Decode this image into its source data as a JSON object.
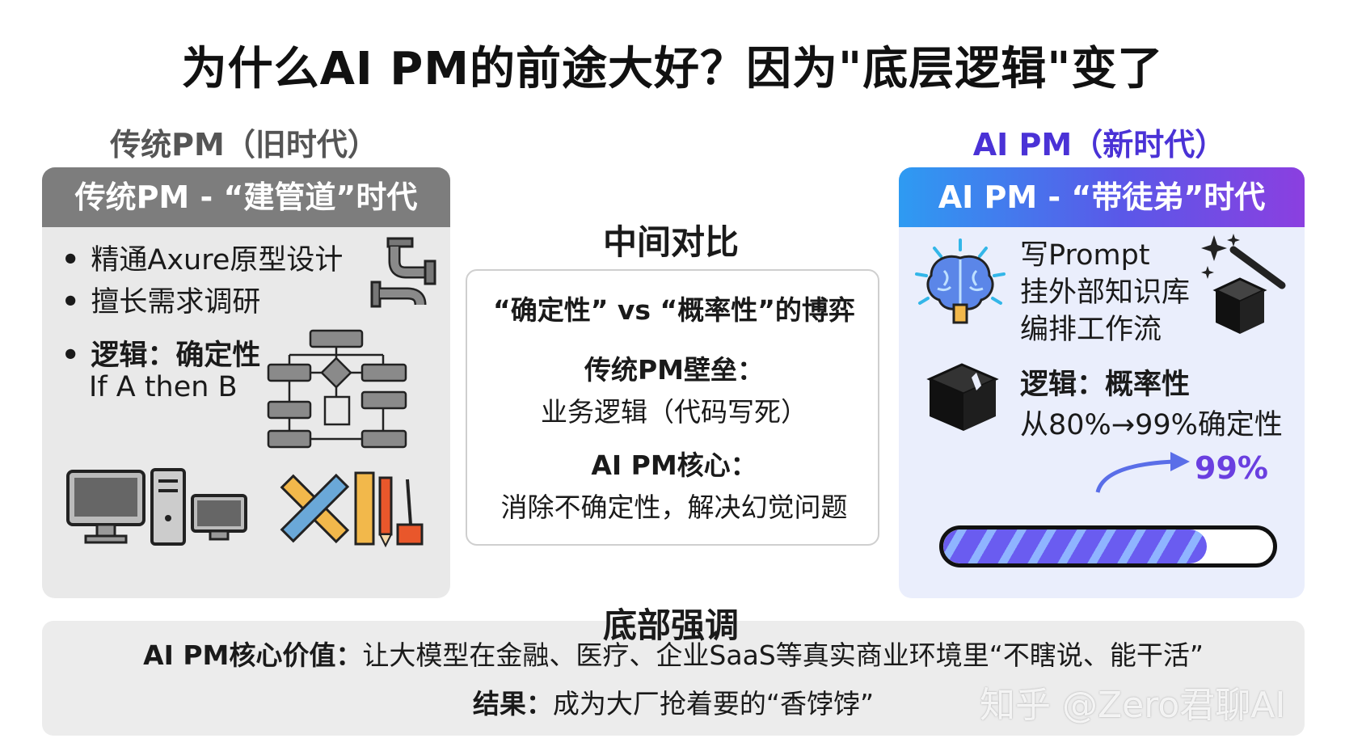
{
  "title": "为什么AI PM的前途大好？因为\"底层逻辑\"变了",
  "left": {
    "heading": "传统PM（旧时代）",
    "banner": "传统PM - “建管道”时代",
    "bullet1": "精通Axure原型设计",
    "bullet2": "擅长需求调研",
    "logic_label": "逻辑：确定性",
    "logic_example": "If A then B"
  },
  "middle": {
    "heading": "中间对比",
    "subtitle": "“确定性” vs “概率性”的博弈",
    "traditional_label": "传统PM壁垒：",
    "traditional_value": "业务逻辑（代码写死）",
    "ai_label": "AI PM核心：",
    "ai_value": "消除不确定性，解决幻觉问题"
  },
  "right": {
    "heading": "AI PM（新时代）",
    "banner": "AI PM - “带徒弟”时代",
    "task1": "写Prompt",
    "task2": "挂外部知识库",
    "task3": "编排工作流",
    "logic_label": "逻辑：概率性",
    "logic_detail": "从80%→99%确定性",
    "progress_label": "99%",
    "progress_value": 0.8
  },
  "bottom": {
    "heading": "底部强调",
    "value_label": "AI PM核心价值：",
    "value_text": "让大模型在金融、医疗、企业SaaS等真实商业环境里“不瞎说、能干活”",
    "result_label": "结果：",
    "result_text": "成为大厂抢着要的“香饽饽”"
  },
  "watermark": "知乎 @Zero君聊AI",
  "colors": {
    "left_banner": "#7d7d7d",
    "right_heading": "#4a32d6",
    "right_banner_start": "#2e9bf2",
    "right_banner_end": "#8b3fe0",
    "progress_accent": "#6a3fe0"
  }
}
